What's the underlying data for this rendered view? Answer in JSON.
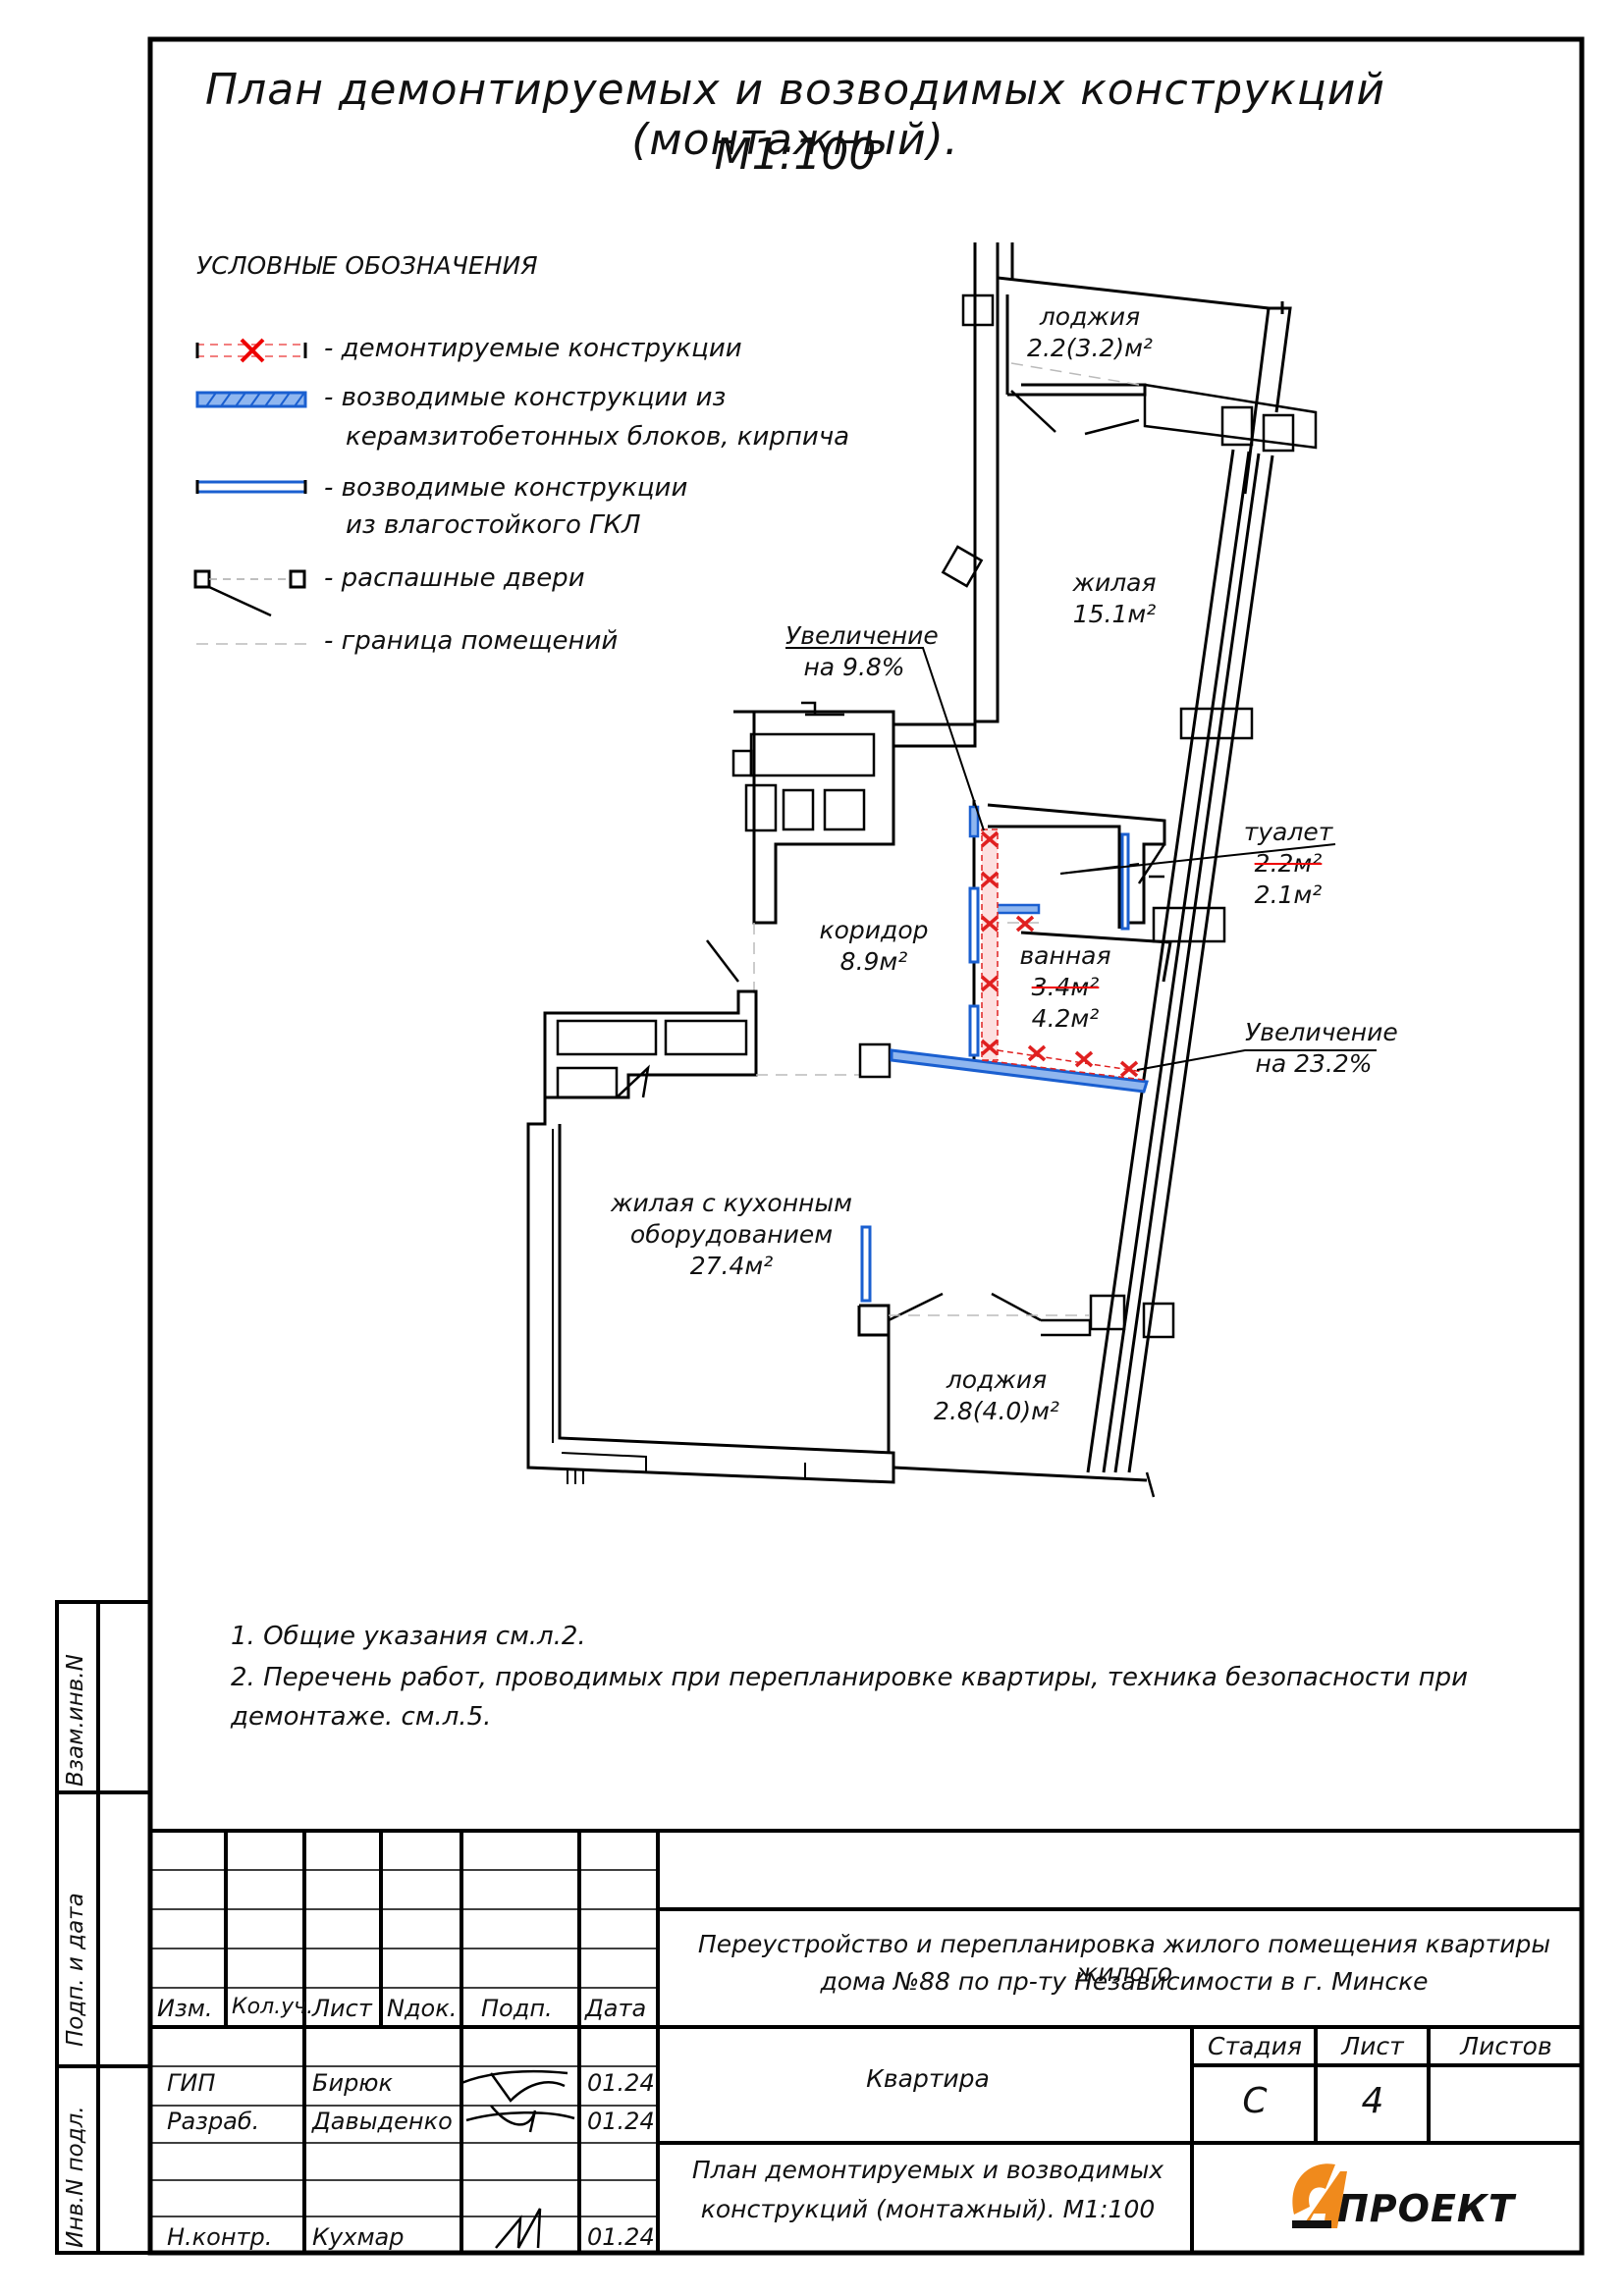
{
  "title": {
    "line1": "План демонтируемых и возводимых конструкций (монтажный).",
    "line2": "М1:100"
  },
  "legend": {
    "heading": "УСЛОВНЫЕ ОБОЗНАЧЕНИЯ",
    "items": [
      {
        "label": "- демонтируемые конструкции",
        "icon": "demolished-wall-icon",
        "color": "#e02020"
      },
      {
        "label": "- возводимые конструкции из",
        "label2": "керамзитобетонных блоков, кирпича",
        "icon": "block-wall-icon",
        "color": "#2a6fd6"
      },
      {
        "label": "- возводимые конструкции",
        "label2": "из влагостойкого ГКЛ",
        "icon": "gkl-wall-icon",
        "color": "#2a6fd6"
      },
      {
        "label": "- распашные двери",
        "icon": "swing-door-icon"
      },
      {
        "label": "- граница помещений",
        "icon": "room-boundary-icon"
      }
    ]
  },
  "rooms": {
    "loggia_top": {
      "name": "лоджия",
      "area": "2.2(3.2)м²"
    },
    "living": {
      "name": "жилая",
      "area": "15.1м²"
    },
    "toilet": {
      "name": "туалет",
      "old_area": "2.2м²",
      "area": "2.1м²"
    },
    "corridor": {
      "name": "коридор",
      "area": "8.9м²"
    },
    "bathroom": {
      "name": "ванная",
      "old_area": "3.4м²",
      "area": "4.2м²"
    },
    "kitchen_living": {
      "name": "жилая с кухонным",
      "name2": "оборудованием",
      "area": "27.4м²"
    },
    "loggia_bottom": {
      "name": "лоджия",
      "area": "2.8(4.0)м²"
    }
  },
  "callouts": {
    "increase1": {
      "line1": "Увеличение",
      "line2": "на 9.8%"
    },
    "increase2": {
      "line1": "Увеличение",
      "line2": "на 23.2%"
    }
  },
  "notes": {
    "n1": "1. Общие указания см.л.2.",
    "n2": "2. Перечень работ, проводимых при перепланировке квартиры, техника безопасности при",
    "n2b": "демонтаже. см.л.5."
  },
  "side_stamp": {
    "vzam": "Взам.инв.N",
    "podp": "Подп. и дата",
    "inv": "Инв.N подл."
  },
  "title_block": {
    "project": "Переустройство и перепланировка жилого помещения квартиры жилого",
    "project2": "дома №88 по пр-ту Независимости в г. Минске",
    "object": "Квартира",
    "sheet_title": "План демонтируемых и возводимых",
    "sheet_title2": "конструкций (монтажный). М1:100",
    "headers": [
      "Изм.",
      "Кол.уч.",
      "Лист",
      "Nдок.",
      "Подп.",
      "Дата"
    ],
    "stage_hdr": "Стадия",
    "sheet_hdr": "Лист",
    "sheets_hdr": "Листов",
    "stage": "С",
    "sheet": "4",
    "sheets": "",
    "people": [
      {
        "role": "ГИП",
        "name": "Бирюк",
        "date": "01.24"
      },
      {
        "role": "Разраб.",
        "name": "Давыденко",
        "date": "01.24"
      },
      {
        "role": "Н.контр.",
        "name": "Кухмар",
        "date": "01.24"
      }
    ],
    "logo_text": "ПРОЕКТ",
    "logo_color": "#f08a1c"
  }
}
